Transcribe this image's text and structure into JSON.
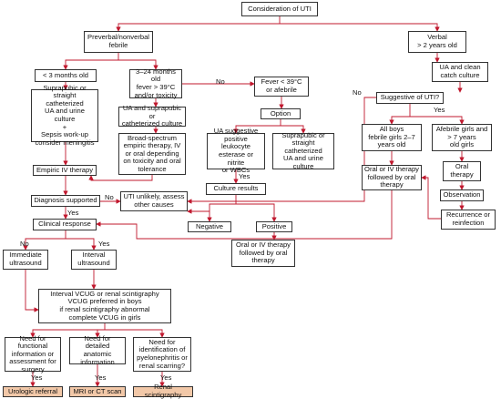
{
  "colors": {
    "arrow": "#c0182e",
    "box_border": "#333333",
    "outcome_fill": "#f2c8a8",
    "text": "#111111"
  },
  "nodes": {
    "consideration": "Consideration of UTI",
    "preverbal": "Preverbal/nonverbal\nfebrile",
    "verbal": "Verbal\n> 2 years old",
    "lt3months": "< 3 months old",
    "m3to24": "3–24 months old\nfever > 39°C\nand/or toxicity",
    "fever_lt39": "Fever < 39°C\nor afebrile",
    "ua_clean_catch": "UA and clean\ncatch culture",
    "suprapubic_sepsis": "Suprapubic or\nstraight catheterized\nUA and urine culture\n+\nSepsis work-up\nconsider meningitis",
    "ua_suprapubic": "UA and suprapubic or\ncatheterized culture",
    "option": "Option",
    "suggestive": "Suggestive of UTI?",
    "broad_spectrum": "Broad-spectrum\nempiric therapy, IV\nor oral depending\non toxicity and oral\ntolerance",
    "ua_suggestive": "UA suggestive\npositive leukocyte\nesterase or nitrite\nor WBCs",
    "suprapubic_ua": "Suprapubic or\nstraight catheterized\nUA and urine\nculture",
    "all_boys": "All boys\nfebrile girls 2–7\nyears old",
    "afebrile_girls": "Afebrile girls and\n> 7 years\nold girls",
    "empiric_iv": "Empiric IV therapy",
    "culture_results": "Culture results",
    "oral_iv_oral": "Oral or IV therapy\nfollowed by oral\ntherapy",
    "oral_therapy": "Oral\ntherapy",
    "observation": "Observation",
    "diagnosis_supported": "Diagnosis supported",
    "uti_unlikely": "UTI unlikely, assess\nother causes",
    "recurrence": "Recurrence or\nreinfection",
    "negative": "Negative",
    "positive": "Positive",
    "clinical_response": "Clinical response",
    "oral_iv_oral_2": "Oral or IV therapy\nfollowed by oral\ntherapy",
    "immediate_us": "Immediate\nultrasound",
    "interval_us": "Interval\nultrasound",
    "vcug": "Interval VCUG or renal scintigraphy\nVCUG preferred in boys\nif renal scintigraphy abnormal\ncomplete VCUG in girls",
    "need_functional": "Need for functional\ninformation or\nassessment for\nsurgery",
    "need_anatomic": "Need for detailed\nanatomic\ninformation",
    "need_pyelo": "Need for\nidentification of\npyelonephritis or\nrenal scarring?",
    "urologic_referral": "Urologic referral",
    "mri_ct": "MRI or CT scan",
    "renal_scinti": "Renal scintigraphy"
  },
  "labels": {
    "no_fever": "No",
    "no_verbal": "No",
    "yes_suggestive": "Yes",
    "yes_culture": "Yes",
    "no_diagnosis": "No",
    "yes_diagnosis": "Yes",
    "no_clinical": "No",
    "yes_clinical": "Yes",
    "yes_functional": "Yes",
    "yes_anatomic": "Yes",
    "yes_pyelo": "Yes"
  }
}
